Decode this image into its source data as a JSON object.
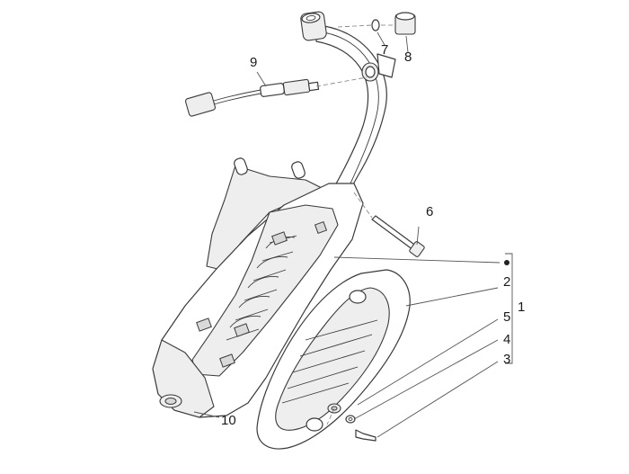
{
  "callouts": [
    {
      "id": "c1",
      "text": "1"
    },
    {
      "id": "c2",
      "text": "2"
    },
    {
      "id": "c3",
      "text": "3"
    },
    {
      "id": "c4",
      "text": "4"
    },
    {
      "id": "c5",
      "text": "5"
    },
    {
      "id": "c6",
      "text": "6"
    },
    {
      "id": "c7",
      "text": "7"
    },
    {
      "id": "c8",
      "text": "8"
    },
    {
      "id": "c9",
      "text": "9"
    },
    {
      "id": "c10",
      "text": "10"
    }
  ]
}
